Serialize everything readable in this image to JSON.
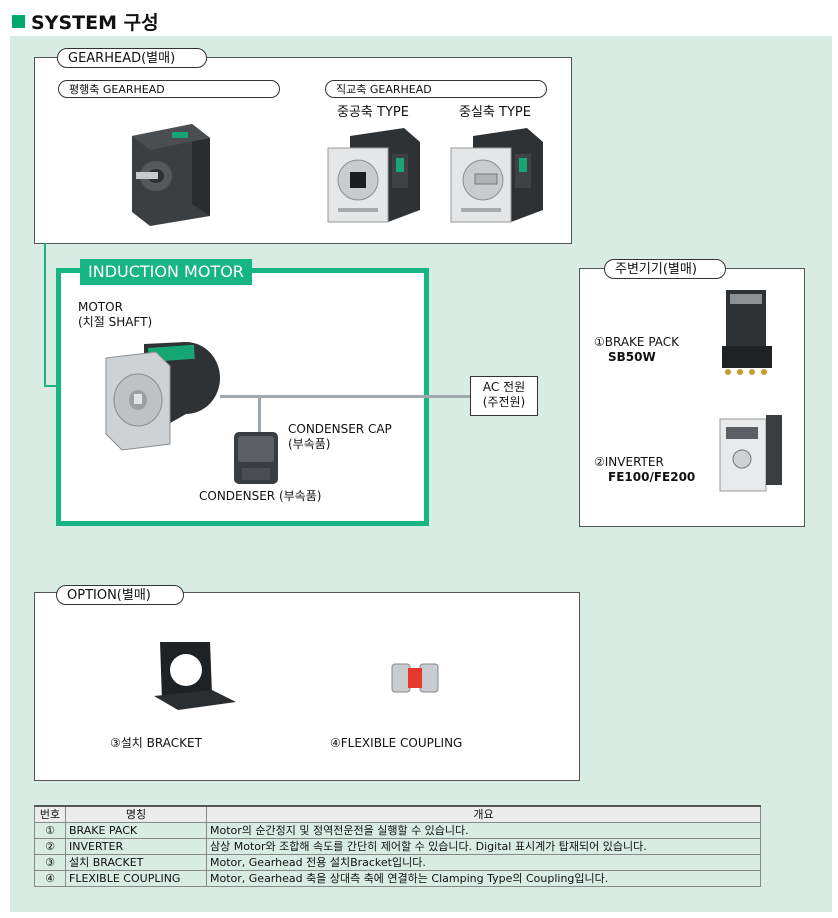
{
  "header": {
    "title": "SYSTEM 구성"
  },
  "gearhead": {
    "title": "GEARHEAD(별매)",
    "parallel_label": "평행축 GEARHEAD",
    "right_angle_label": "직교축 GEARHEAD",
    "hollow_type": "중공축 TYPE",
    "solid_type": "중실축 TYPE"
  },
  "motor_box": {
    "title": "INDUCTION MOTOR",
    "motor_label_1": "MOTOR",
    "motor_label_2": "(치절 SHAFT)",
    "condenser_cap_1": "CONDENSER CAP",
    "condenser_cap_2": "(부속품)",
    "condenser": "CONDENSER (부속품)",
    "ac_1": "AC 전원",
    "ac_2": "(주전원)"
  },
  "peripheral": {
    "title": "주변기기(별매)",
    "brake_label": "①BRAKE PACK",
    "brake_model": "SB50W",
    "inverter_label": "②INVERTER",
    "inverter_model": "FE100/FE200"
  },
  "option": {
    "title": "OPTION(별매)",
    "bracket": "③설치 BRACKET",
    "coupling": "④FLEXIBLE COUPLING"
  },
  "table": {
    "headers": [
      "번호",
      "명칭",
      "개요"
    ],
    "rows": [
      [
        "①",
        "BRAKE PACK",
        "Motor의 순간정지 및 정역전운전을 실행할 수 있습니다."
      ],
      [
        "②",
        "INVERTER",
        "삼상 Motor와 조합해 속도를 간단히 제어할 수 있습니다.  Digital 표시계가 탑재되어 있습니다."
      ],
      [
        "③",
        "설치 BRACKET",
        "Motor, Gearhead 전용 설치Bracket입니다."
      ],
      [
        "④",
        "FLEXIBLE COUPLING",
        "Motor, Gearhead 축을 상대측 축에 연결하는 Clamping Type의 Coupling입니다."
      ]
    ]
  },
  "colors": {
    "accent": "#16b583",
    "background": "#d8ece4"
  }
}
